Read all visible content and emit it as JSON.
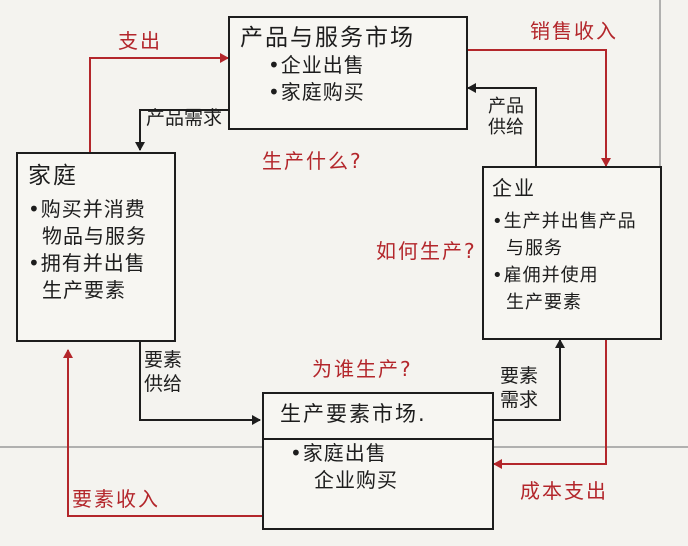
{
  "boxes": {
    "product_market": {
      "title": "产品与服务市场",
      "items": [
        "•企业出售",
        "•家庭购买"
      ]
    },
    "households": {
      "title": "家庭",
      "items": [
        "•购买并消费",
        "物品与服务",
        "•拥有并出售",
        "生产要素"
      ]
    },
    "firms": {
      "title": "企业",
      "items": [
        "•生产并出售产品",
        "与服务",
        "•雇佣并使用",
        "生产要素"
      ]
    },
    "factor_market": {
      "title": "生产要素市场.",
      "items": [
        "•家庭出售",
        "企业购买"
      ]
    }
  },
  "labels": {
    "spending": "支出",
    "sales_revenue": "销售收入",
    "product_demand": "产品需求",
    "product_supply": "产品供给",
    "what_to_produce": "生产什么?",
    "how_to_produce": "如何生产?",
    "for_whom": "为谁生产?",
    "factor_supply": "要素\n供给",
    "factor_demand": "要素\n需求",
    "factor_income": "要素收入",
    "cost_spending": "成本支出"
  },
  "colors": {
    "ink": "#1d1d1d",
    "red": "#b3262b",
    "paper": "#f4f3ef"
  }
}
